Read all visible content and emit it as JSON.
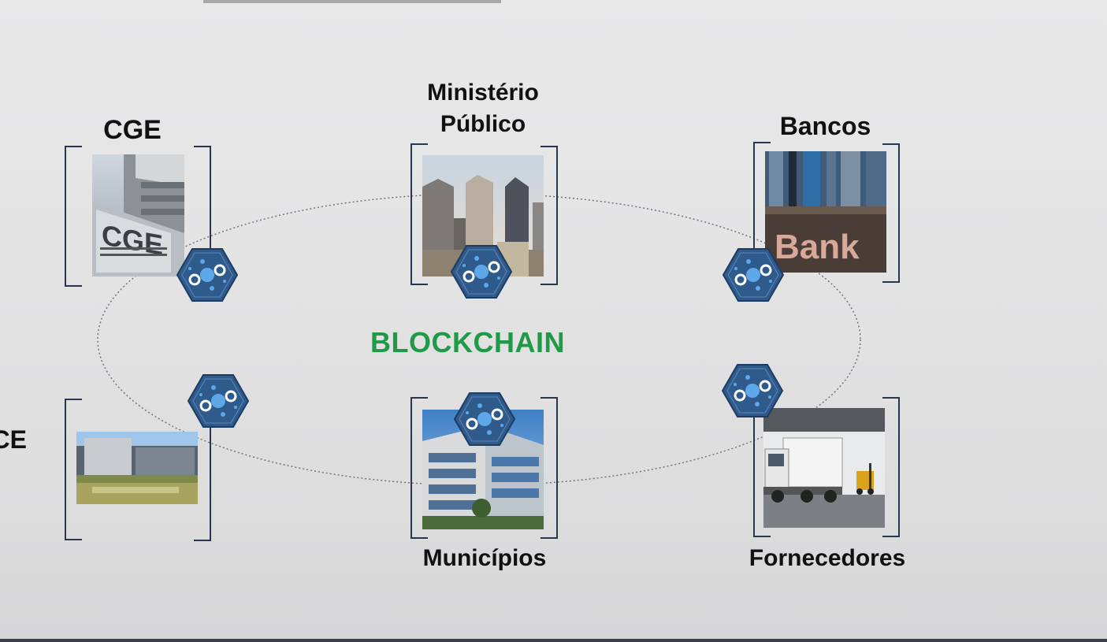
{
  "diagram": {
    "center_label": "BLOCKCHAIN",
    "nodes": [
      {
        "id": "cge",
        "label": "CGE",
        "image_text": "CGE"
      },
      {
        "id": "ministerio",
        "label_line1": "Ministério",
        "label_line2": "Público"
      },
      {
        "id": "bancos",
        "label": "Bancos",
        "image_text": "Bank"
      },
      {
        "id": "tce",
        "label": "CE"
      },
      {
        "id": "municipios",
        "label": "Municípios"
      },
      {
        "id": "fornecedores",
        "label": "Fornecedores"
      }
    ]
  },
  "colors": {
    "blockchain_text": "#1f9a47",
    "hex_fill": "#2e5a8c",
    "hex_stroke": "#1d3c63",
    "bracket": "#2b3550",
    "ellipse": "#6f7480"
  }
}
